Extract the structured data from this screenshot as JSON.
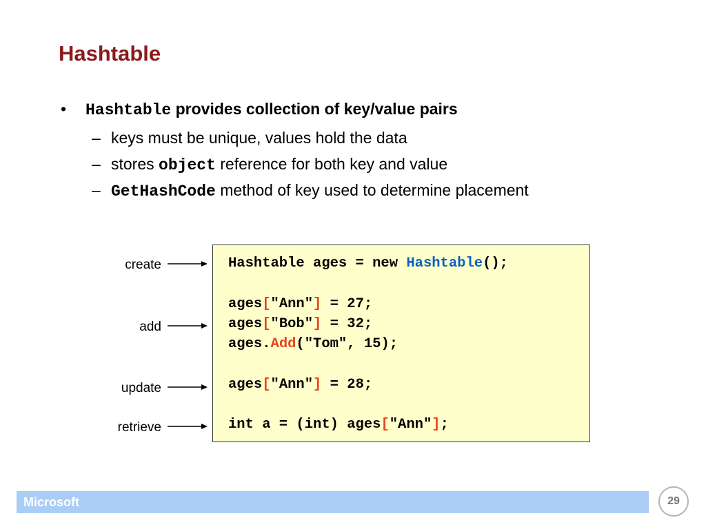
{
  "slide": {
    "title": "Hashtable",
    "footer": "Microsoft",
    "page_number": "29"
  },
  "bullets": {
    "main": {
      "marker": "•",
      "code": "Hashtable",
      "text": " provides collection of key/value pairs"
    },
    "sub1": {
      "marker": "–",
      "text": "keys must be unique, values hold the data"
    },
    "sub2": {
      "marker": "–",
      "pre": "stores ",
      "code": "object",
      "post": " reference for both key and value"
    },
    "sub3": {
      "marker": "–",
      "code": "GetHashCode",
      "post": " method of key used to determine placement"
    }
  },
  "labels": {
    "create": "create",
    "add": "add",
    "update": "update",
    "retrieve": "retrieve"
  },
  "code": {
    "line1": {
      "a": "Hashtable ages = new ",
      "b": "Hashtable",
      "c": "();"
    },
    "line2": {
      "a": "ages",
      "b": "[",
      "c": "\"Ann\"",
      "d": "]",
      "e": " = 27;"
    },
    "line3": {
      "a": "ages",
      "b": "[",
      "c": "\"Bob\"",
      "d": "]",
      "e": " = 32;"
    },
    "line4": {
      "a": "ages.",
      "b": "Add",
      "c": "(\"Tom\", 15);"
    },
    "line5": {
      "a": "ages",
      "b": "[",
      "c": "\"Ann\"",
      "d": "]",
      "e": " = 28;"
    },
    "line6": {
      "a": "int a = (int) ages",
      "b": "[",
      "c": "\"Ann\"",
      "d": "]",
      "e": ";"
    }
  },
  "colors": {
    "title": "#8b1a1a",
    "keyword_blue": "#0b5fc4",
    "bracket_red": "#e8431f",
    "code_bg": "#ffffcc",
    "footer_bar": "#a9cdf5"
  }
}
